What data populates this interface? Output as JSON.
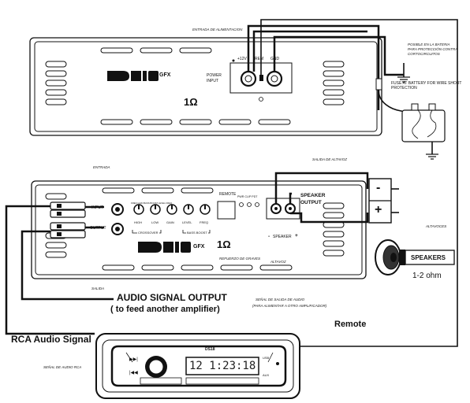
{
  "top_amp": {
    "brand": "DS18",
    "model": "GFX",
    "ohm": "1Ω",
    "power_input_label": "POWER INPUT",
    "power_input_es": "ENTRADA DE ALIMENTACION",
    "terminals": [
      "+12V",
      "REM",
      "GND"
    ]
  },
  "battery": {
    "fuse_es": "POSIBLE EN LA BATERIA PARA PROTECCIÓN CONTRA CORTOCIRCUITOS",
    "fuse_label": "FUSE AT BATTERY FOR WIRE SHORT PROTECTION"
  },
  "bottom_amp": {
    "brand": "DS18",
    "model": "GFX",
    "ohm": "1Ω",
    "input_label": "INPUT",
    "output_label": "OUTPUT",
    "entrada": "ENTRADA",
    "salida": "SALIDA",
    "remote": "REMOTE",
    "leds": "PWR  CLIP  PDT",
    "knob_labels_top": "FREQ  GAIN  BASS BOOST  LEVEL  FREQ",
    "knob_labels": [
      "HIGH",
      "LOW",
      "GAIN",
      "LEVEL",
      "FREQ"
    ],
    "crossover": "CROSSOVER",
    "bass_boost": "BASS BOOST",
    "refuerzo": "REFUERZO DE GRAVES",
    "speaker_output": "SPEAKER\nOUTPUT",
    "salida_altavoz": "SALIDA DE ALTAVOZ",
    "speaker_minus": "-",
    "speaker_label": "SPEAKER",
    "speaker_plus": "+",
    "altavoz": "ALTAVOZ"
  },
  "terminal_box": {
    "minus": "-",
    "plus": "+"
  },
  "speakers": {
    "es": "ALTAVOCES",
    "label": "SPEAKERS",
    "impedance": "1-2 ohm"
  },
  "audio_out": {
    "title": "AUDIO SIGNAL OUTPUT",
    "subtitle": "( to feed another amplifier)",
    "es_title": "SEÑAL DE SALIDA DE AUDIO",
    "es_subtitle": "(PARA ALIMENTAR A OTRO AMPLIFICADOR)"
  },
  "remote_label": "Remote",
  "rca": {
    "label": "RCA Audio Signal",
    "es": "SEÑAL DE AUDIO RCA"
  },
  "head_unit": {
    "display": "12 1:23:18",
    "brand": "DS18",
    "usb": "USB",
    "aux": "AUX"
  }
}
